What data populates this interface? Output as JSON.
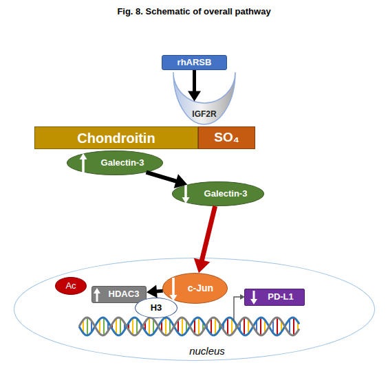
{
  "diagram": {
    "title": "Fig. 8. Schematic of overall pathway",
    "nodes": [
      {
        "text": [
          "rhARSB"
        ]
      },
      {
        "text": [
          "IGF2R"
        ]
      },
      {
        "text": [
          "Chondroitin"
        ]
      },
      {
        "text": [
          "SO₄"
        ]
      },
      {
        "text": [
          "Galectin-3"
        ]
      },
      {
        "text": [
          "Galectin-3"
        ]
      },
      {
        "text": [
          "nucleus"
        ]
      },
      {
        "text": [
          "Ac"
        ],
        "in": 6
      },
      {
        "text": [
          "HDAC3"
        ],
        "in": 6
      },
      {
        "text": [
          "c-Jun"
        ],
        "in": 6
      },
      {
        "text": [
          "H3"
        ],
        "in": 6
      },
      {
        "text": [
          "PD-L1"
        ],
        "in": 6
      }
    ],
    "edges": [
      {
        "from": 0,
        "to": 1,
        "arrow": "to"
      },
      {
        "from": 4,
        "to": 5,
        "arrow": "to"
      },
      {
        "from": 5,
        "to": 9,
        "arrow": "to"
      },
      {
        "from": 9,
        "to": 8,
        "arrow": "to"
      }
    ]
  }
}
